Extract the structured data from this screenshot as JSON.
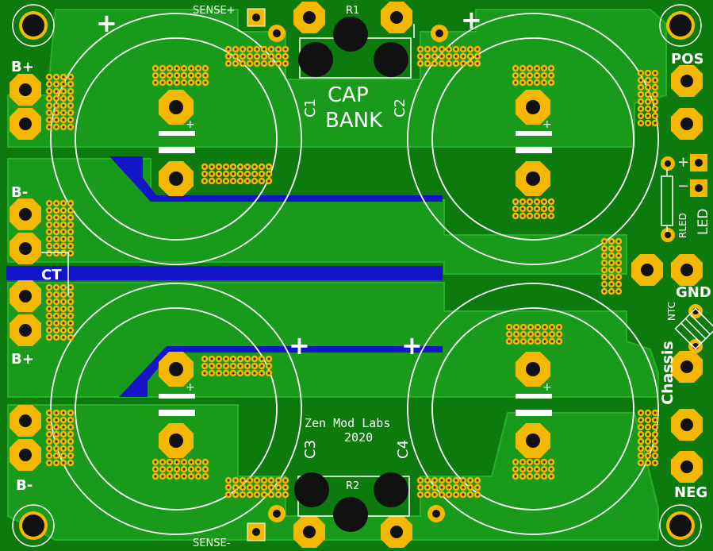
{
  "board": {
    "title_line1": "CAP",
    "title_line2": "BANK",
    "maker": "Zen Mod Labs",
    "year": "2020"
  },
  "labels": {
    "sense_plus": "SENSE+",
    "sense_minus": "SENSE-",
    "r1": "R1",
    "r2": "R2",
    "c1": "C1",
    "c2": "C2",
    "c3": "C3",
    "c4": "C4",
    "b_plus_top": "B+",
    "b_minus_mid": "B-",
    "ct": "CT",
    "b_plus_low": "B+",
    "b_minus_bottom": "B-",
    "pos": "POS",
    "gnd": "GND",
    "neg": "NEG",
    "led": "LED",
    "rled": "RLED",
    "ntc": "NTC",
    "chassis": "Chassis",
    "plus_symbol": "+",
    "minus_symbol": "−"
  },
  "colors": {
    "board": "#0d7a0d",
    "copper_pour": "#1a9a1a",
    "pad": "#f5b800",
    "trace_blue": "#1515c8",
    "silk": "#ffffff",
    "hole": "#111111"
  }
}
